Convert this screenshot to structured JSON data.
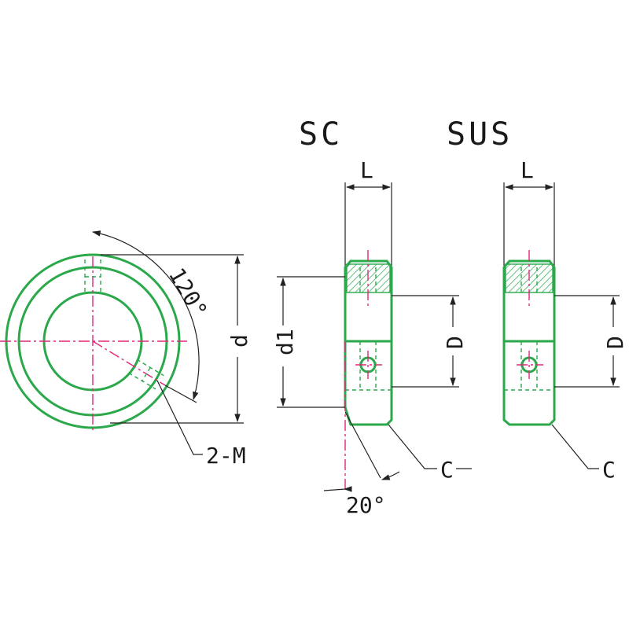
{
  "labels": {
    "sc_title": "SC",
    "sus_title": "SUS",
    "angle_120": "120°",
    "angle_20": "20°",
    "dim_d": "d",
    "dim_d1": "d1",
    "dim_D": "D",
    "dim_L": "L",
    "screw": "2-M",
    "chamfer": "C"
  },
  "colors": {
    "outline": "#2aa84a",
    "center_line": "#e0287a",
    "dimension": "#222222",
    "text": "#1a1a1a"
  }
}
